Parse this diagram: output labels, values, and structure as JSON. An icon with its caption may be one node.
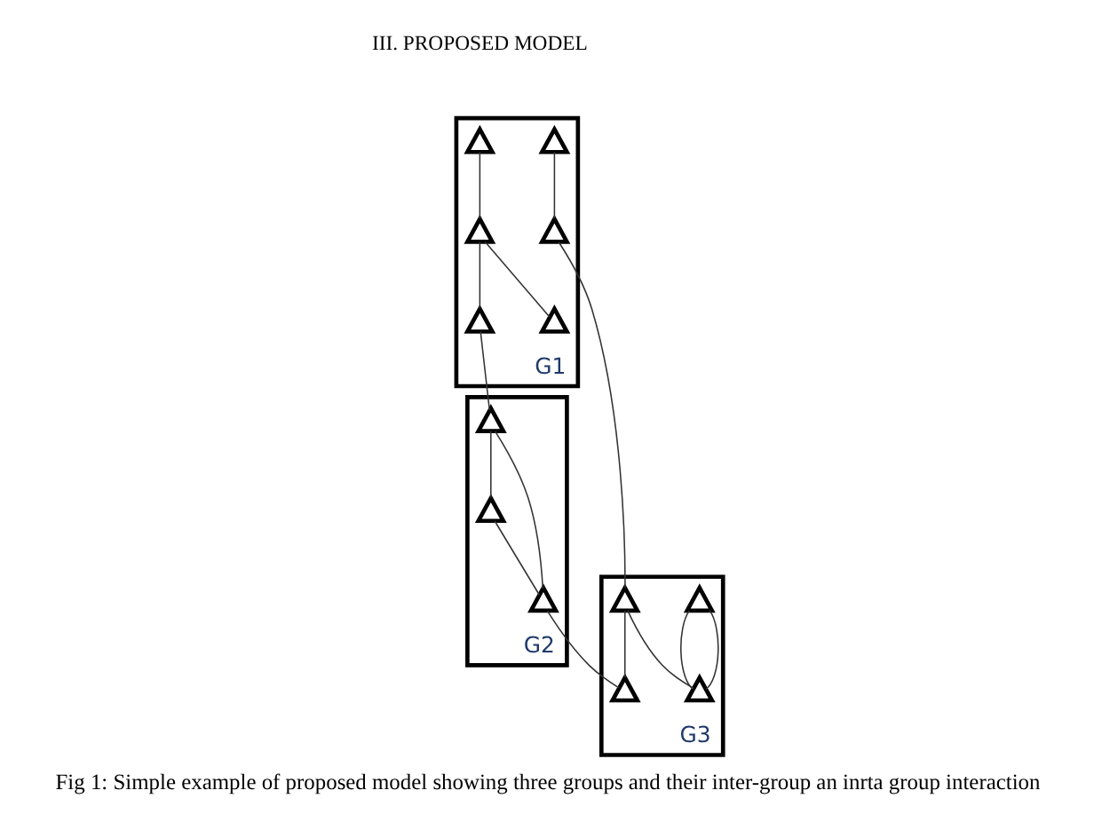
{
  "diagram": {
    "caption": "Fig 1: Simple example of proposed model showing three groups and their inter-group an inrta group interaction",
    "nodes": [
      {
        "text": [
          "G1"
        ]
      },
      {
        "text": [],
        "shape": "triangle",
        "in": 0
      },
      {
        "text": [],
        "shape": "triangle",
        "in": 0
      },
      {
        "text": [],
        "shape": "triangle",
        "in": 0
      },
      {
        "text": [],
        "shape": "triangle",
        "in": 0
      },
      {
        "text": [],
        "shape": "triangle",
        "in": 0
      },
      {
        "text": [],
        "shape": "triangle",
        "in": 0
      },
      {
        "text": [
          "G2"
        ]
      },
      {
        "text": [],
        "shape": "triangle",
        "in": 7
      },
      {
        "text": [],
        "shape": "triangle",
        "in": 7
      },
      {
        "text": [],
        "shape": "triangle",
        "in": 7
      },
      {
        "text": [
          "G3"
        ]
      },
      {
        "text": [],
        "shape": "triangle",
        "in": 11
      },
      {
        "text": [],
        "shape": "triangle",
        "in": 11
      },
      {
        "text": [],
        "shape": "triangle",
        "in": 11
      },
      {
        "text": [],
        "shape": "triangle",
        "in": 11
      }
    ],
    "edges": [
      {
        "from": 1,
        "to": 2,
        "arrow": "none"
      },
      {
        "from": 2,
        "to": 5,
        "arrow": "none"
      },
      {
        "from": 2,
        "to": 6,
        "arrow": "none"
      },
      {
        "from": 3,
        "to": 4,
        "arrow": "none"
      },
      {
        "from": 5,
        "to": 8,
        "arrow": "none"
      },
      {
        "from": 8,
        "to": 9,
        "arrow": "none"
      },
      {
        "from": 8,
        "to": 10,
        "arrow": "none"
      },
      {
        "from": 9,
        "to": 10,
        "arrow": "none"
      },
      {
        "from": 4,
        "to": 12,
        "arrow": "none"
      },
      {
        "from": 10,
        "to": 13,
        "arrow": "none"
      },
      {
        "from": 12,
        "to": 13,
        "arrow": "none"
      },
      {
        "from": 12,
        "to": 15,
        "arrow": "none"
      },
      {
        "from": 14,
        "to": 15,
        "arrow": "none"
      },
      {
        "from": 14,
        "to": 15,
        "arrow": "none"
      }
    ],
    "labels": [
      "III. PROPOSED MODEL"
    ]
  }
}
